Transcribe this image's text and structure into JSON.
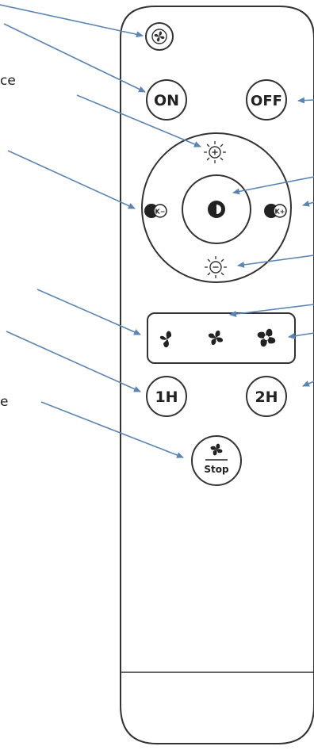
{
  "remote": {
    "buttons": {
      "on_label": "ON",
      "off_label": "OFF",
      "timer_1h_label": "1H",
      "timer_2h_label": "2H",
      "fan_stop_label": "Stop"
    },
    "icons": {
      "pair": "fan-pair-icon",
      "brightness_up": "brightness-plus-icon",
      "brightness_down": "brightness-minus-icon",
      "color_temp_down": "kelvin-minus-icon",
      "color_temp_up": "kelvin-plus-icon",
      "light_toggle": "light-mode-icon",
      "fan_low": "fan-low-icon",
      "fan_medium": "fan-medium-icon",
      "fan_high": "fan-high-icon"
    },
    "k_minus_text": "K−",
    "k_plus_text": "K+"
  },
  "cropped_labels": {
    "label_1": "ce",
    "label_2": "e"
  },
  "colors": {
    "arrow": "#5a86b5",
    "outline": "#333333"
  }
}
